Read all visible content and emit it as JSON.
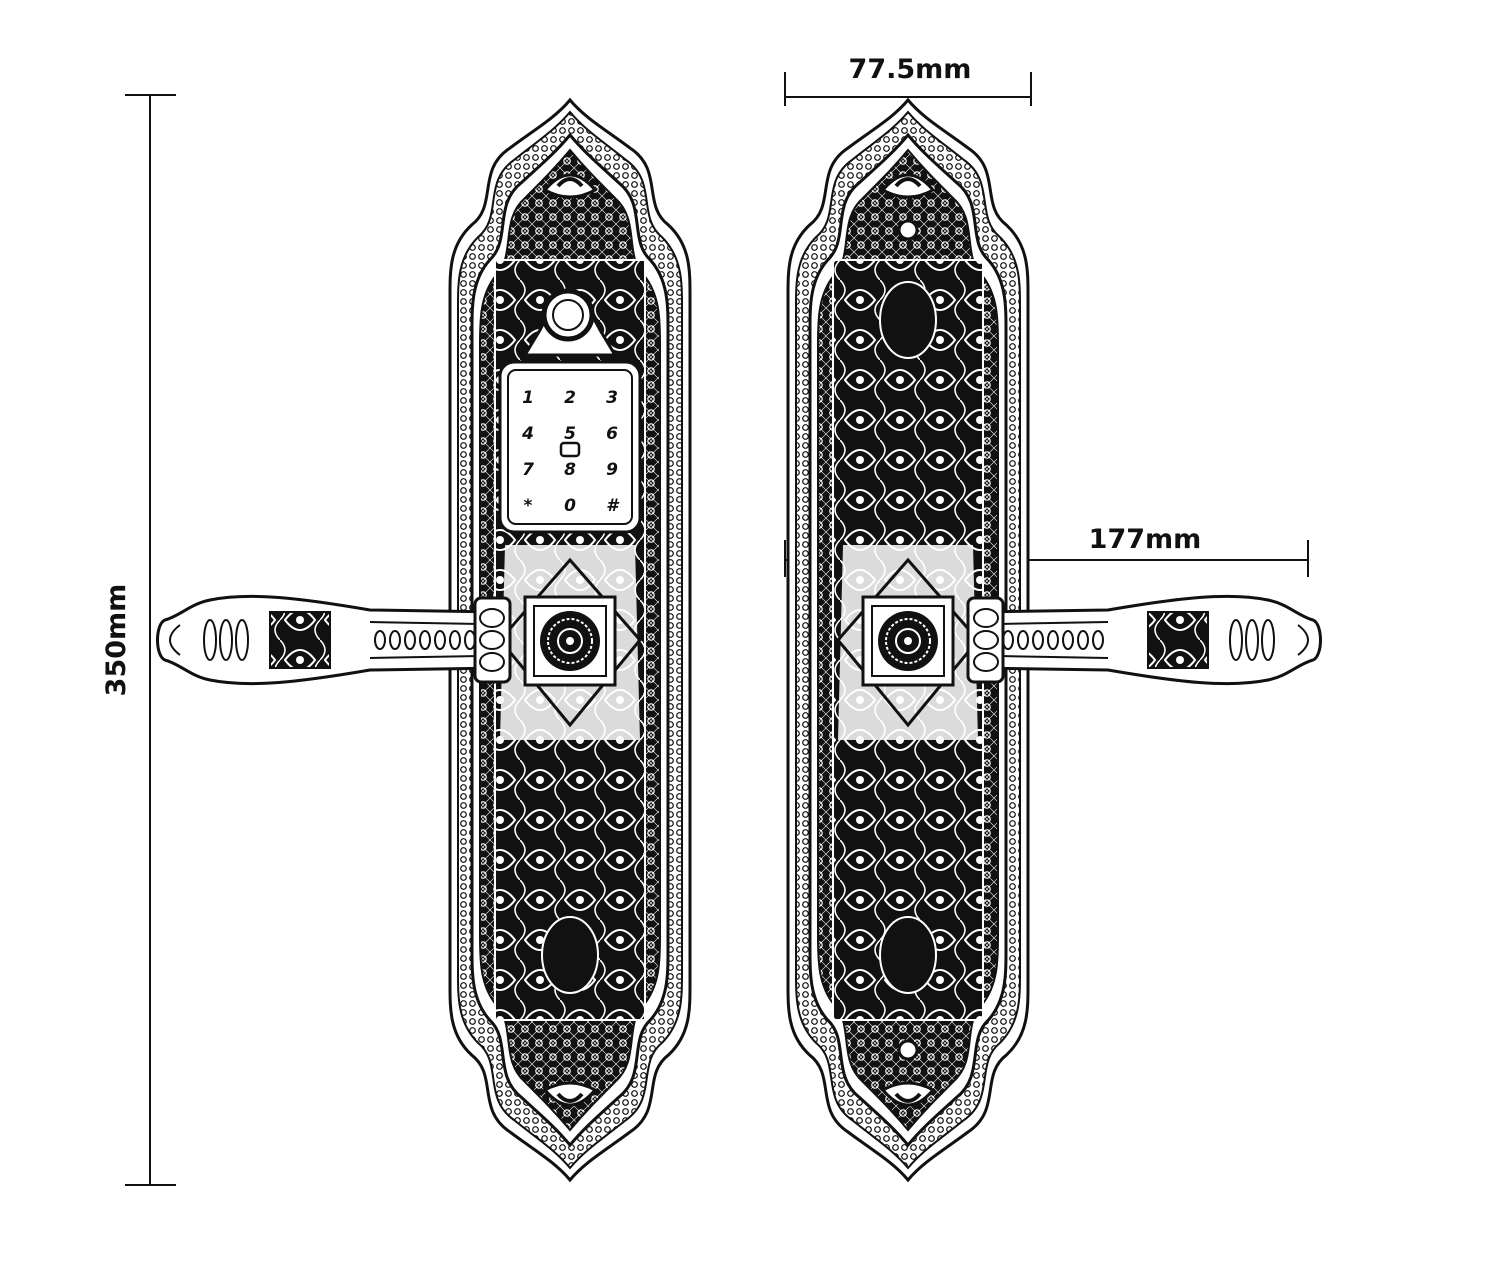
{
  "dimensions": {
    "height": "350mm",
    "plate_width": "77.5mm",
    "handle_reach": "177mm"
  },
  "keypad": {
    "keys": [
      "1",
      "2",
      "3",
      "4",
      "5",
      "6",
      "7",
      "8",
      "9",
      "*",
      "0",
      "#"
    ]
  },
  "colors": {
    "ink": "#111111",
    "paper": "#ffffff"
  }
}
